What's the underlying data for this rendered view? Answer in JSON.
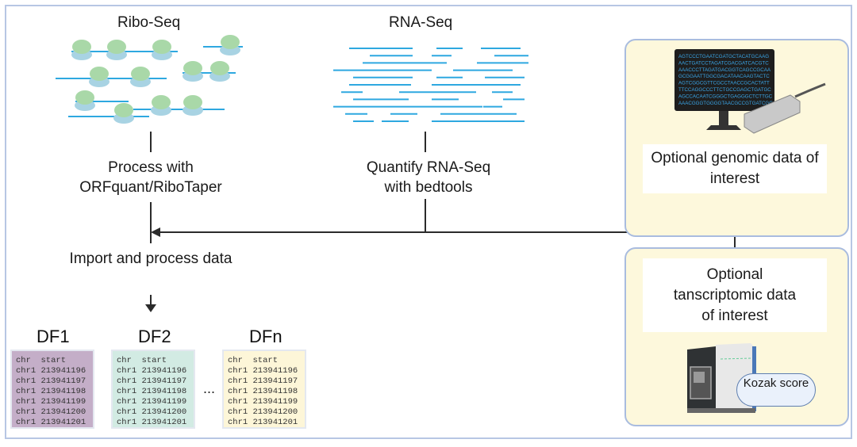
{
  "ribo_seq": {
    "title": "Ribo-Seq",
    "step_label": "Process with ORFquant/RiboTaper"
  },
  "rna_seq": {
    "title": "RNA-Seq",
    "step_label": "Quantify RNA-Seq with bedtools"
  },
  "merge": {
    "step_label": "Import and process data"
  },
  "genomic_panel": {
    "label": "Optional genomic data of interest",
    "screen_text": [
      "AGTCCCTGAATCGATGCTACATGCAAG",
      "AACTGATCCTAGATCGACGATCACGTC",
      "AAACCCTTAGATGACGGTCAGCCGCAA",
      "GCGGAATTGGCGACATAACAAGTACTC",
      "AGTCGGCGTTCGCCTAACCGCACTATT",
      "TTCCAGGCCCTTCTGCCGAGCTGATGC",
      "AGCCACAATCGGGCTGAGGGCTCTTGC",
      "AAACGGGTGGGGTAACGCCGTGATCGC"
    ]
  },
  "transcriptomic_panel": {
    "label": "Optional tanscriptomic data of interest",
    "badge": "Kozak score"
  },
  "dataframes": [
    {
      "title": "DF1",
      "color": "#c4aec8",
      "header": "chr  start",
      "rows": [
        "chr1 213941196",
        "chr1 213941197",
        "chr1 213941198",
        "chr1 213941199",
        "chr1 213941200",
        "chr1 213941201"
      ]
    },
    {
      "title": "DF2",
      "color": "#d2ebe3",
      "header": "chr  start",
      "rows": [
        "chr1 213941196",
        "chr1 213941197",
        "chr1 213941198",
        "chr1 213941199",
        "chr1 213941200",
        "chr1 213941201"
      ]
    },
    {
      "title": "DFn",
      "color": "#fdf6d8",
      "header": "chr  start",
      "rows": [
        "chr1 213941196",
        "chr1 213941197",
        "chr1 213941198",
        "chr1 213941199",
        "chr1 213941200",
        "chr1 213941201"
      ]
    }
  ],
  "ellipsis": "...",
  "colors": {
    "read_line": "#2ea8e0",
    "ribosome_large": "#a9d8a8",
    "ribosome_small": "#a8d3e3",
    "panel_bg": "#fdf8dc",
    "panel_border": "#a9bcdf",
    "connector": "#2b2b2b"
  }
}
